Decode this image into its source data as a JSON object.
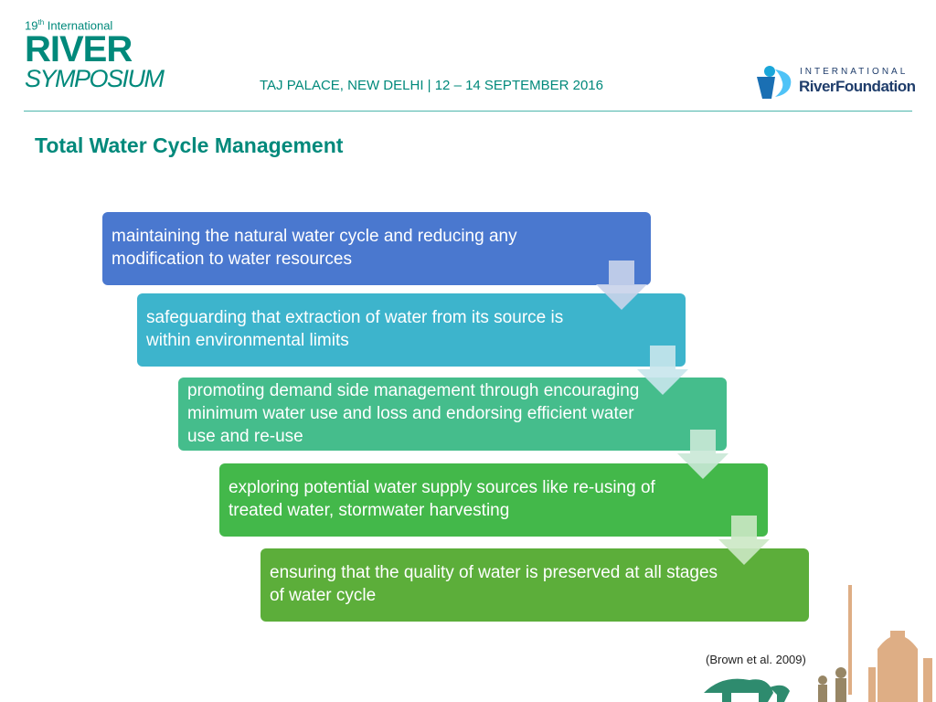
{
  "header": {
    "event_prefix": "19",
    "event_prefix_sup": "th",
    "event_intl": "International",
    "logo_river": "RIVER",
    "logo_symposium": "SYMPOSIUM",
    "venue": "TAJ PALACE, NEW DELHI  |  12 – 14 SEPTEMBER 2016",
    "partner_intl": "INTERNATIONAL",
    "partner_name": "RiverFoundation"
  },
  "slide": {
    "title": "Total Water Cycle Management",
    "steps": [
      {
        "text": "maintaining the natural water cycle and reducing any modification to water resources",
        "color": "#4a78cf"
      },
      {
        "text": "safeguarding that extraction of water from its source is within environmental limits",
        "color": "#3db4cc"
      },
      {
        "text": "promoting demand side management through encouraging minimum water use and loss and endorsing efficient water use and re-use",
        "color": "#45bd8c"
      },
      {
        "text": "exploring potential water supply sources like re-using of treated water, stormwater harvesting",
        "color": "#43b84a"
      },
      {
        "text": "ensuring that the quality of water is preserved at all stages of water cycle",
        "color": "#5cae3a"
      }
    ],
    "citation": "(Brown et al. 2009)"
  },
  "colors": {
    "accent": "#00897b",
    "divider": "#4db6ac",
    "partner": "#1f3d6b"
  },
  "icons": {
    "arrows": "chevron-down-arrow-icon",
    "footer_art": "delhi-skyline-illustration"
  }
}
